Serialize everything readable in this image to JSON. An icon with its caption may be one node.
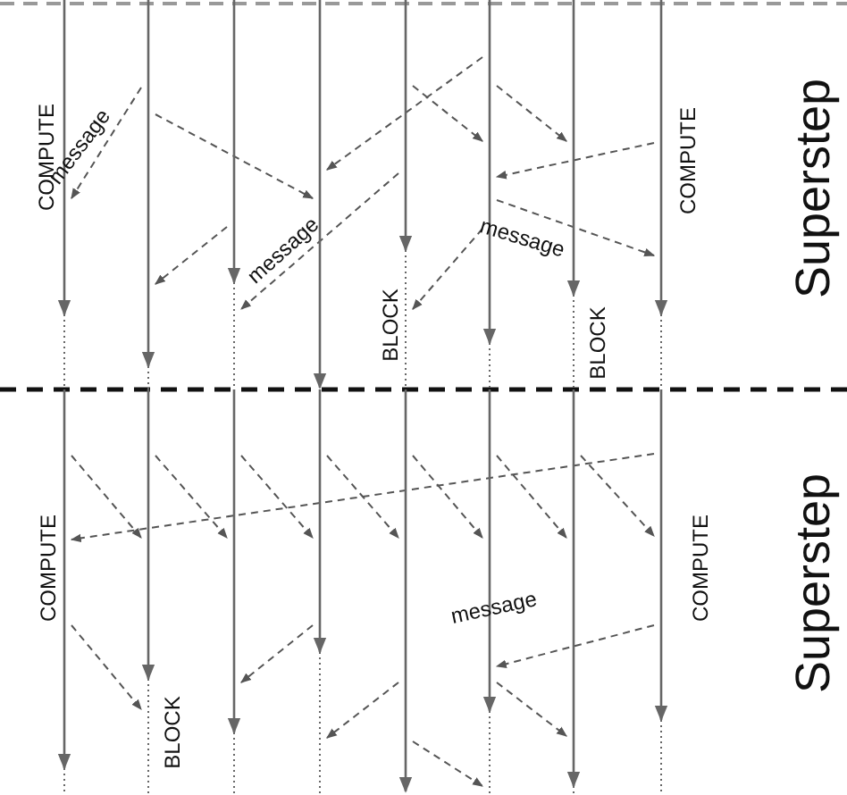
{
  "diagram": {
    "nodes": [
      {
        "text": [],
        "shape": "bar"
      },
      {
        "text": [],
        "shape": "bar"
      },
      {
        "text": [],
        "shape": "bar"
      },
      {
        "text": [],
        "shape": "bar"
      },
      {
        "text": [],
        "shape": "bar"
      },
      {
        "text": [],
        "shape": "bar"
      },
      {
        "text": [],
        "shape": "bar"
      },
      {
        "text": [],
        "shape": "bar"
      }
    ],
    "edges": [
      {
        "from": 1,
        "to": 0,
        "arrow": "to",
        "label": "message"
      },
      {
        "from": 1,
        "to": 3,
        "arrow": "to"
      },
      {
        "from": 2,
        "to": 1,
        "arrow": "to"
      },
      {
        "from": 5,
        "to": 3,
        "arrow": "to"
      },
      {
        "from": 4,
        "to": 5,
        "arrow": "to"
      },
      {
        "from": 5,
        "to": 6,
        "arrow": "to"
      },
      {
        "from": 4,
        "to": 2,
        "arrow": "to",
        "label": "message"
      },
      {
        "from": 5,
        "to": 4,
        "arrow": "to"
      },
      {
        "from": 7,
        "to": 5,
        "arrow": "to"
      },
      {
        "from": 5,
        "to": 7,
        "arrow": "to",
        "label": "message"
      },
      {
        "from": 0,
        "to": 1,
        "arrow": "to"
      },
      {
        "from": 1,
        "to": 2,
        "arrow": "to"
      },
      {
        "from": 2,
        "to": 3,
        "arrow": "to"
      },
      {
        "from": 3,
        "to": 4,
        "arrow": "to"
      },
      {
        "from": 4,
        "to": 5,
        "arrow": "to"
      },
      {
        "from": 5,
        "to": 6,
        "arrow": "to"
      },
      {
        "from": 6,
        "to": 7,
        "arrow": "to"
      },
      {
        "from": 7,
        "to": 0,
        "arrow": "to"
      },
      {
        "from": 0,
        "to": 1,
        "arrow": "to"
      },
      {
        "from": 3,
        "to": 2,
        "arrow": "to"
      },
      {
        "from": 4,
        "to": 3,
        "arrow": "to"
      },
      {
        "from": 4,
        "to": 5,
        "arrow": "to"
      },
      {
        "from": 7,
        "to": 5,
        "arrow": "to",
        "label": "message"
      },
      {
        "from": 5,
        "to": 6,
        "arrow": "to"
      }
    ],
    "labels": [
      "COMPUTE",
      "COMPUTE",
      "Superstep",
      "BLOCK",
      "BLOCK",
      "COMPUTE",
      "COMPUTE",
      "Superstep",
      "BLOCK"
    ]
  }
}
